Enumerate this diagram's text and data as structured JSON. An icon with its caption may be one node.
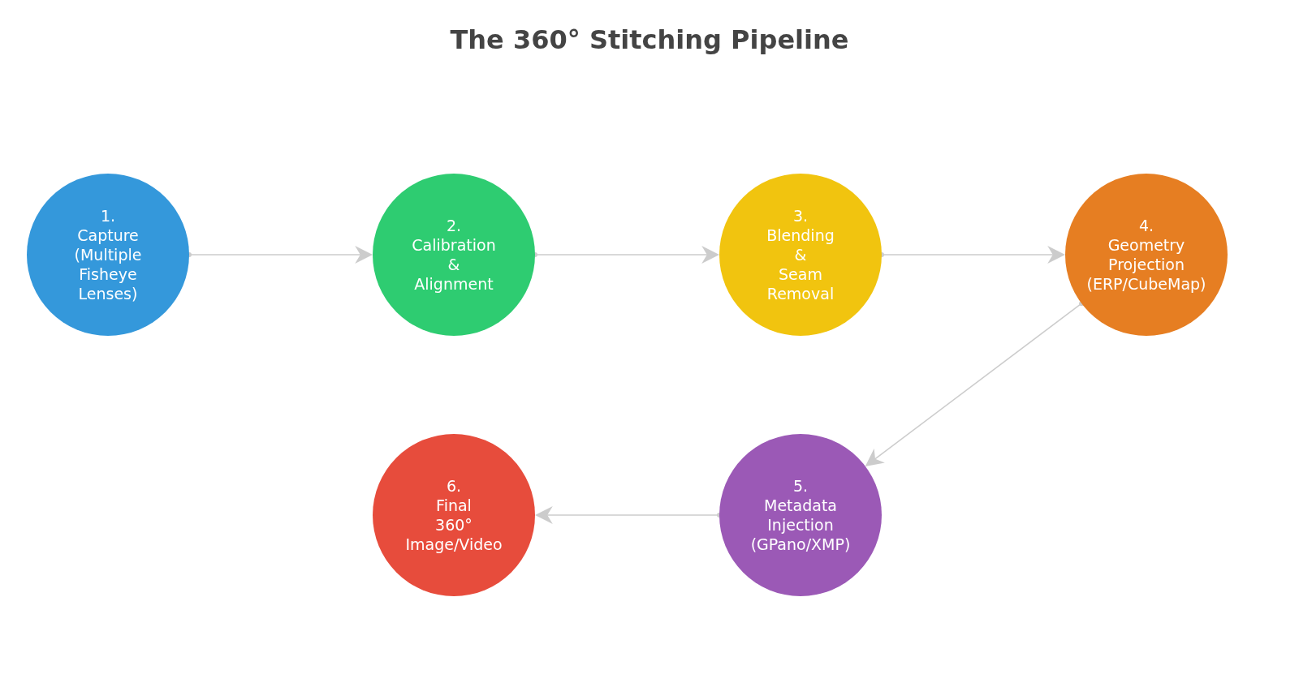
{
  "diagram": {
    "title": "The 360° Stitching Pipeline",
    "nodes": [
      {
        "text": [
          "1. Capture (Multiple Fisheye Lenses)"
        ]
      },
      {
        "text": [
          "2. Calibration & Alignment"
        ]
      },
      {
        "text": [
          "3. Blending & Seam Removal"
        ]
      },
      {
        "text": [
          "4. Geometry Projection (ERP/CubeMap)"
        ]
      },
      {
        "text": [
          "5. Metadata Injection (GPano/XMP)"
        ]
      },
      {
        "text": [
          "6. Final 360° Image/Video"
        ]
      }
    ],
    "edges": [
      {
        "from": 0,
        "to": 1,
        "arrow": "to"
      },
      {
        "from": 1,
        "to": 2,
        "arrow": "to"
      },
      {
        "from": 2,
        "to": 3,
        "arrow": "to"
      },
      {
        "from": 3,
        "to": 4,
        "arrow": "to"
      },
      {
        "from": 4,
        "to": 5,
        "arrow": "to"
      }
    ]
  }
}
